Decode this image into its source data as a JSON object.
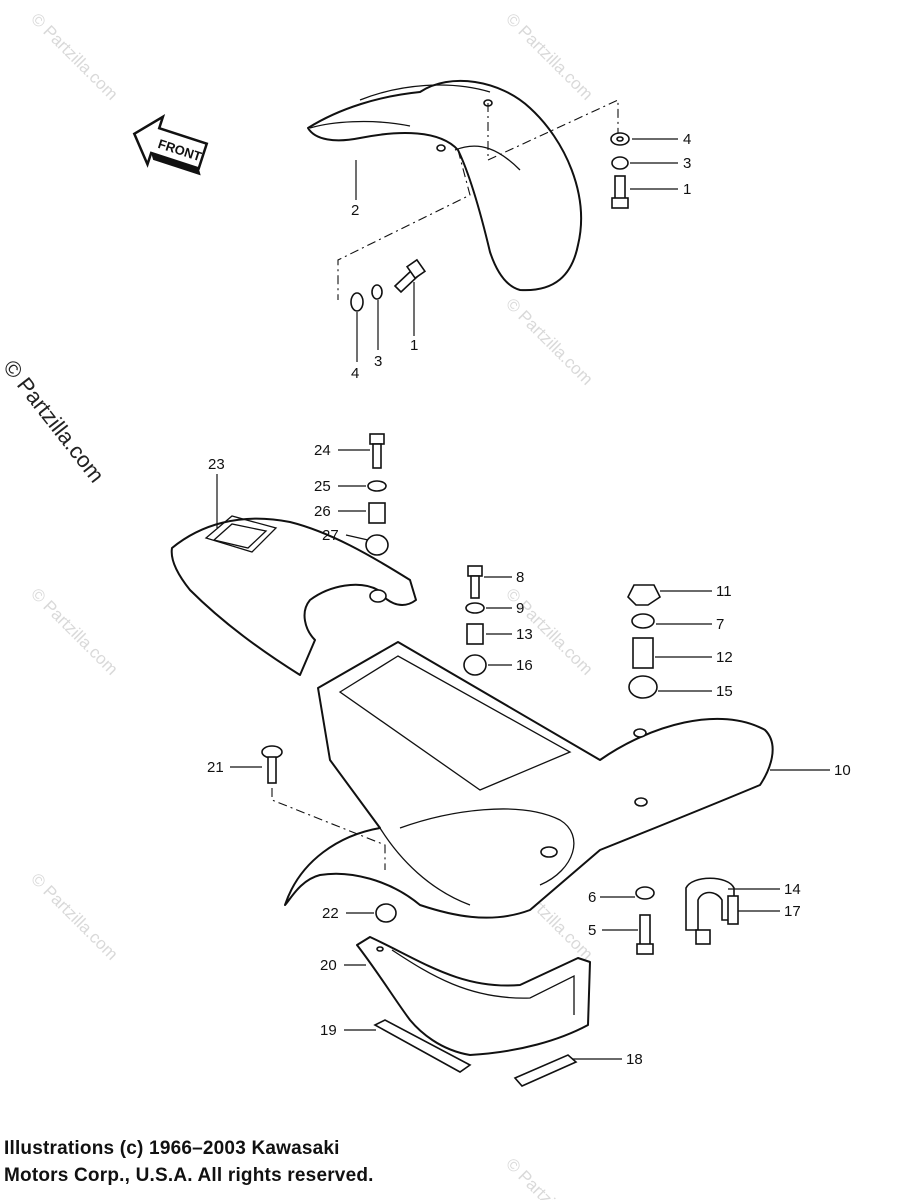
{
  "watermark": "© Partzilla.com",
  "front_badge": "FRONT",
  "callouts": [
    "1",
    "2",
    "3",
    "4",
    "5",
    "6",
    "7",
    "8",
    "9",
    "10",
    "11",
    "12",
    "13",
    "14",
    "15",
    "16",
    "17",
    "18",
    "19",
    "20",
    "21",
    "22",
    "23",
    "24",
    "25",
    "26",
    "27"
  ],
  "footer": {
    "line1": "Illustrations (c) 1966–2003 Kawasaki",
    "line2": "Motors Corp., U.S.A.  All rights reserved."
  }
}
